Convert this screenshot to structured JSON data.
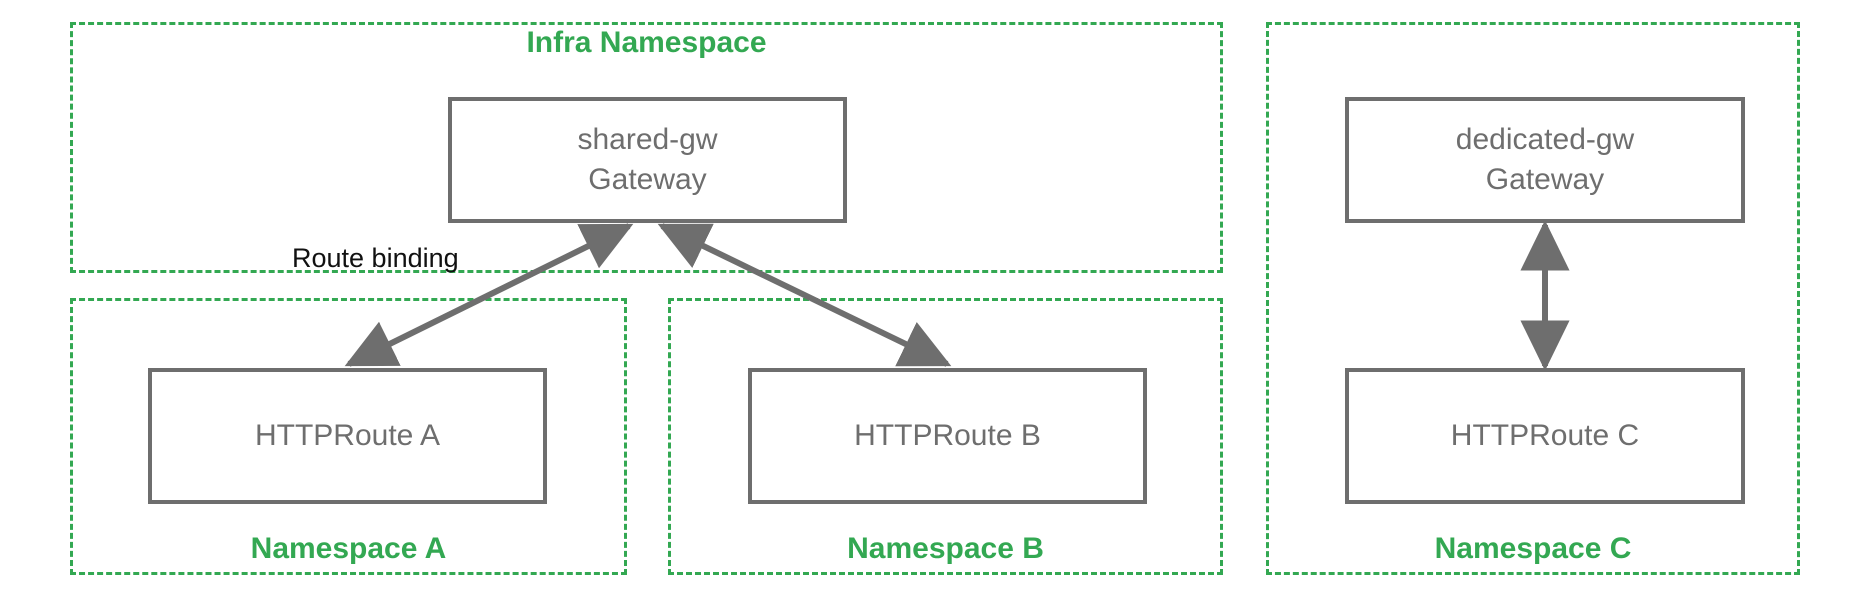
{
  "diagram": {
    "title": "Gateway API namespace route binding diagram",
    "colors": {
      "namespace_green": "#33A852",
      "node_gray": "#6E6E6E",
      "label_black": "#111111",
      "background": "#FFFFFF"
    },
    "namespaces": [
      {
        "id": "infra",
        "label": "Infra Namespace",
        "title_position": "top"
      },
      {
        "id": "ns-a",
        "label": "Namespace A",
        "title_position": "bottom"
      },
      {
        "id": "ns-b",
        "label": "Namespace B",
        "title_position": "bottom"
      },
      {
        "id": "ns-c",
        "label": "Namespace C",
        "title_position": "bottom"
      }
    ],
    "nodes": [
      {
        "id": "shared-gw",
        "label": "shared-gw\nGateway",
        "namespace": "infra"
      },
      {
        "id": "dedicated-gw",
        "label": "dedicated-gw\nGateway",
        "namespace": "ns-c"
      },
      {
        "id": "httproute-a",
        "label": "HTTPRoute A",
        "namespace": "ns-a"
      },
      {
        "id": "httproute-b",
        "label": "HTTPRoute B",
        "namespace": "ns-b"
      },
      {
        "id": "httproute-c",
        "label": "HTTPRoute C",
        "namespace": "ns-c"
      }
    ],
    "edges": [
      {
        "id": "edge-a",
        "from": "httproute-a",
        "to": "shared-gw",
        "label": "Route binding",
        "arrows": "both"
      },
      {
        "id": "edge-b",
        "from": "httproute-b",
        "to": "shared-gw",
        "label": "",
        "arrows": "both"
      },
      {
        "id": "edge-c",
        "from": "httproute-c",
        "to": "dedicated-gw",
        "label": "",
        "arrows": "both"
      }
    ],
    "edge_labels": [
      {
        "id": "route-binding",
        "text": "Route binding"
      }
    ]
  }
}
